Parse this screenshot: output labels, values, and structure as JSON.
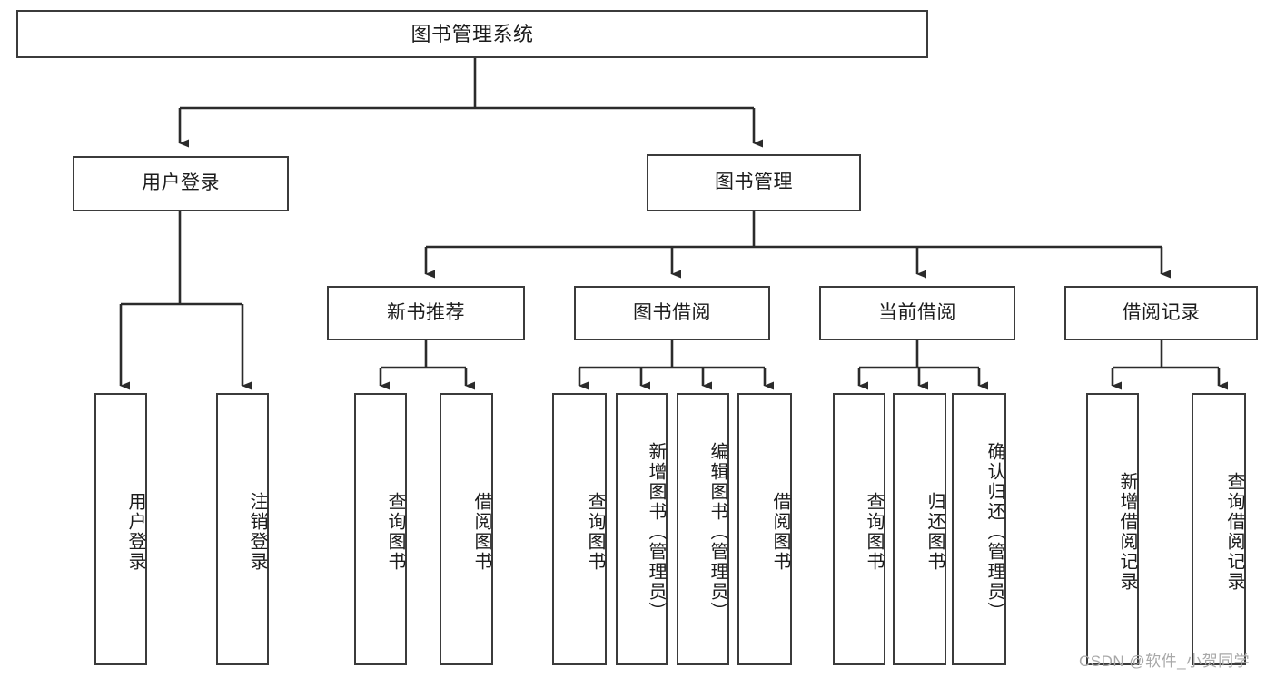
{
  "diagram": {
    "type": "tree",
    "title": "图书管理系统",
    "root": {
      "label": "图书管理系统"
    },
    "level2": [
      {
        "label": "用户登录"
      },
      {
        "label": "图书管理"
      }
    ],
    "level3": [
      {
        "label": "新书推荐"
      },
      {
        "label": "图书借阅"
      },
      {
        "label": "当前借阅"
      },
      {
        "label": "借阅记录"
      }
    ],
    "leaves": {
      "user_login": [
        {
          "label": "用户登录"
        },
        {
          "label": "注销登录"
        }
      ],
      "new_book_recommend": [
        {
          "label": "查询图书"
        },
        {
          "label": "借阅图书"
        }
      ],
      "book_borrow": [
        {
          "label": "查询图书"
        },
        {
          "label": "新增图书（管理员）"
        },
        {
          "label": "编辑图书（管理员）"
        },
        {
          "label": "借阅图书"
        }
      ],
      "current_borrow": [
        {
          "label": "查询图书"
        },
        {
          "label": "归还图书"
        },
        {
          "label": "确认归还（管理员）"
        }
      ],
      "borrow_record": [
        {
          "label": "新增借阅记录"
        },
        {
          "label": "查询借阅记录"
        }
      ]
    }
  },
  "watermark": {
    "text": "CSDN @软件_小贺同学"
  },
  "colors": {
    "background": "#ffffff",
    "box_border": "#3b3b3b",
    "box_fill": "#ffffff",
    "connector": "#2b2b2b",
    "text": "#1c1c1c",
    "watermark": "#a8a8a8"
  }
}
